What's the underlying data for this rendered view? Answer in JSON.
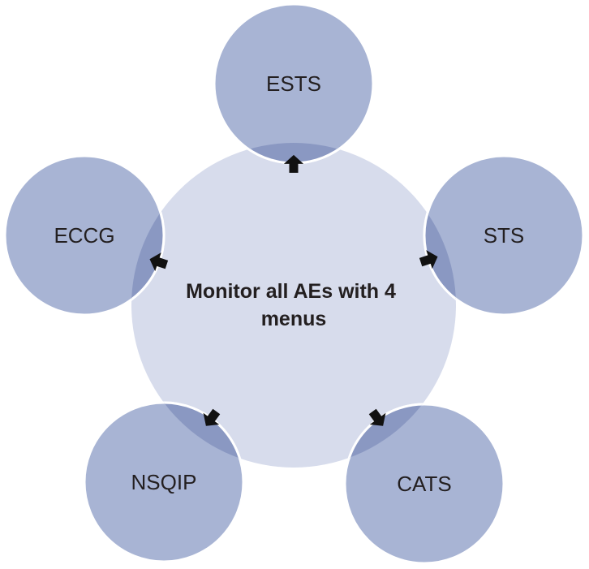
{
  "center": {
    "lines": [
      "Monitor all AEs with 4",
      "menus"
    ]
  },
  "nodes": [
    {
      "label": "ESTS"
    },
    {
      "label": "STS"
    },
    {
      "label": "CATS"
    },
    {
      "label": "NSQIP"
    },
    {
      "label": "ECCG"
    }
  ],
  "colors": {
    "center_fill": "#d7dcec",
    "node_fill": "#a8b4d4",
    "overlap_fill": "#8a98c2",
    "arrow": "#111111",
    "text": "#231f20"
  }
}
